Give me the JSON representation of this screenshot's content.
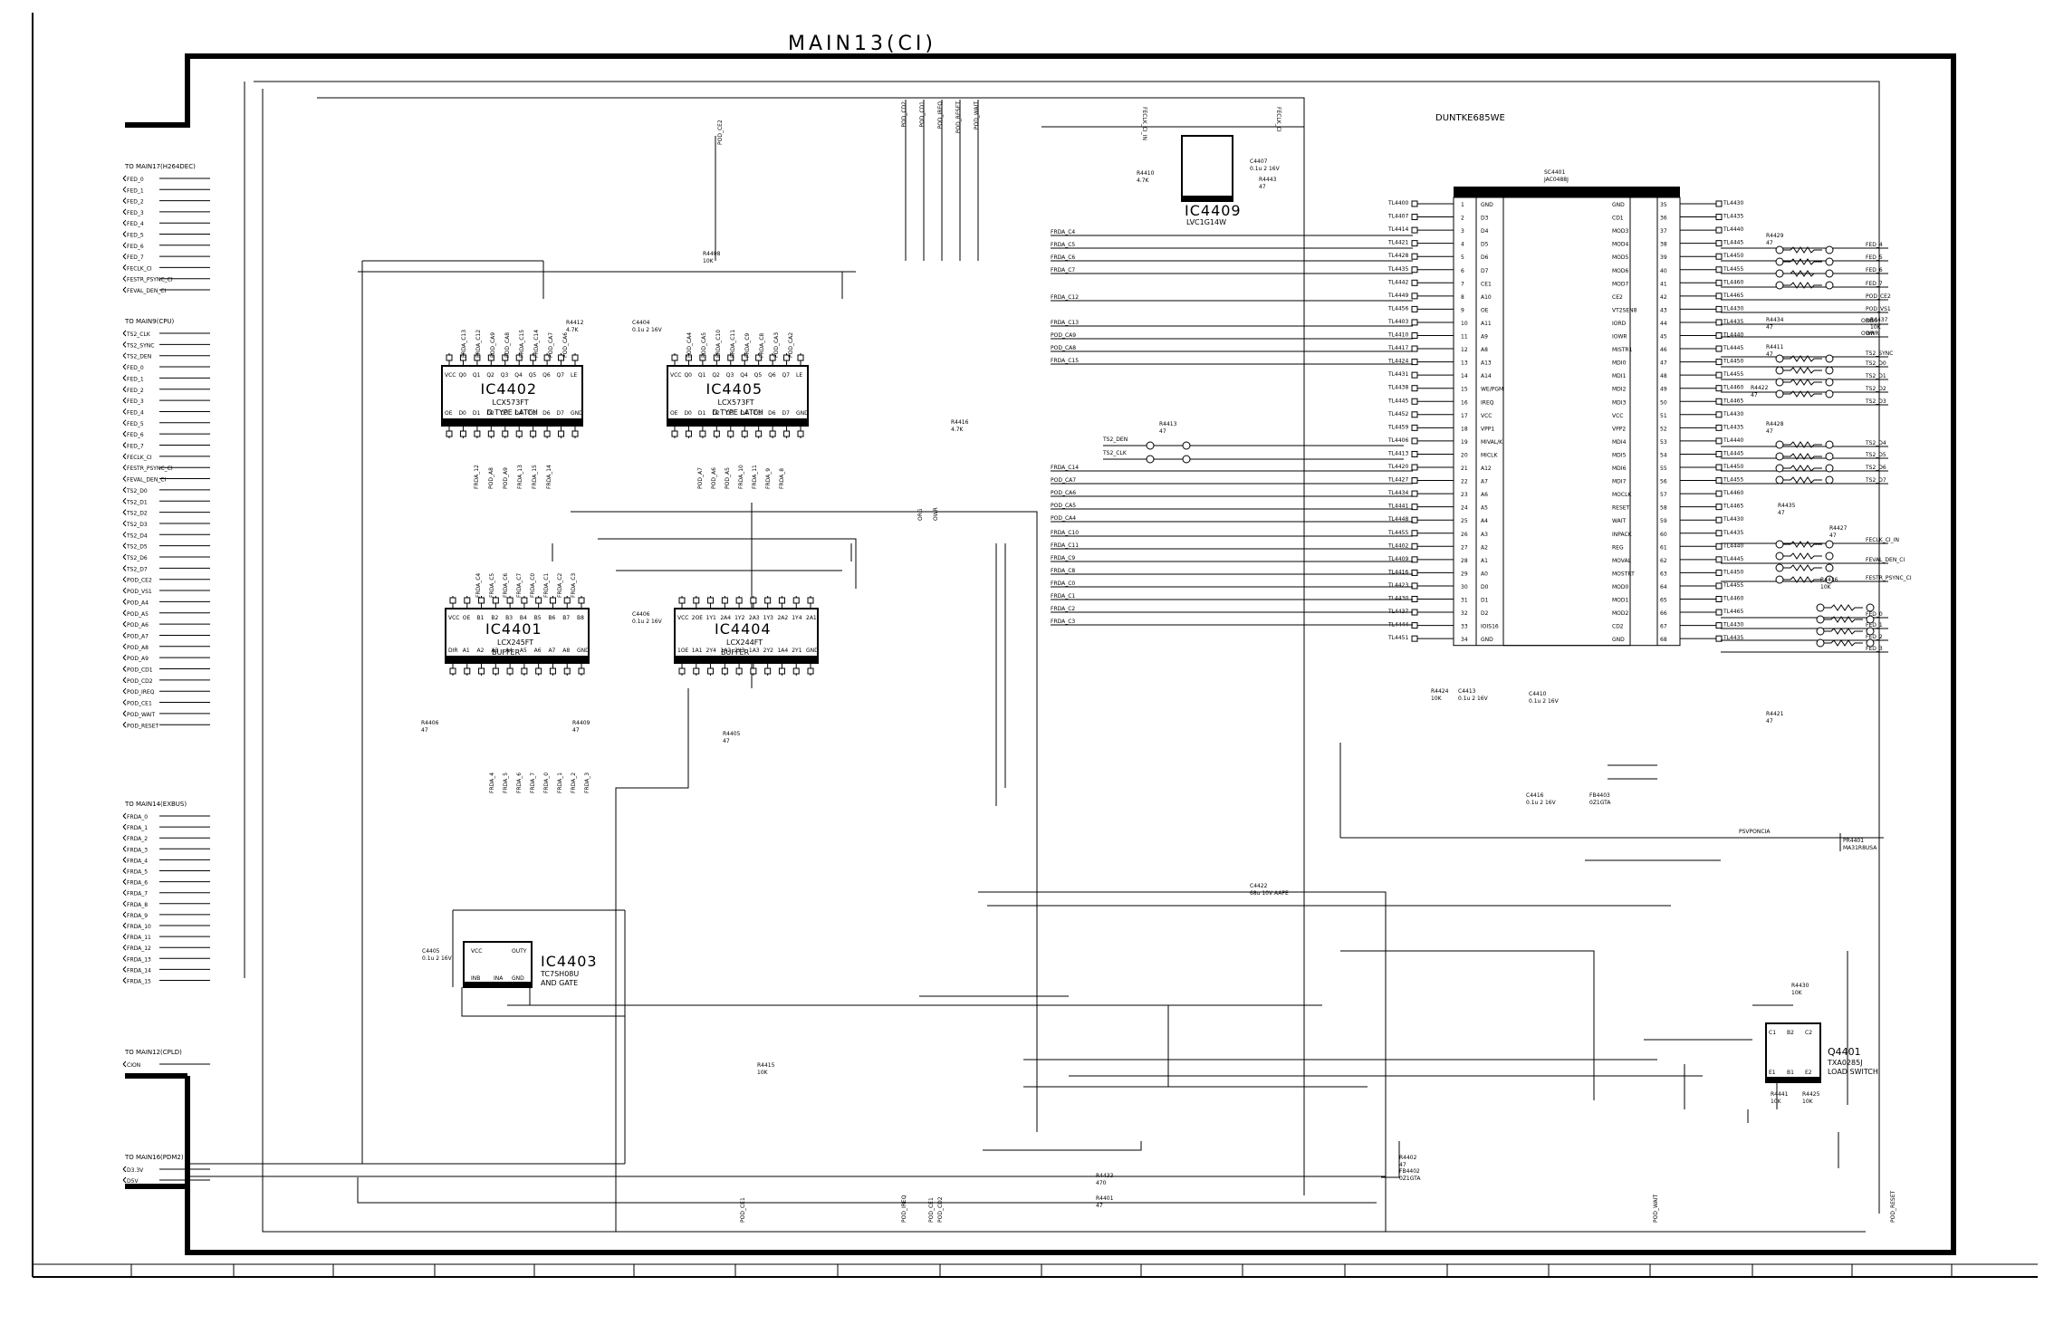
{
  "sheet": {
    "title": "MAIN13(CI)",
    "connector_part": "DUNTKE685WE"
  },
  "ports": [
    {
      "header": "TO MAIN17(H264DEC)",
      "signals": [
        "FED_0",
        "FED_1",
        "FED_2",
        "FED_3",
        "FED_4",
        "FED_5",
        "FED_6",
        "FED_7",
        "FECLK_CI",
        "FESTR_PSYNC_CI",
        "FEVAL_DEN_CI"
      ]
    },
    {
      "header": "TO MAIN9(CPU)",
      "signals": [
        "TS2_CLK",
        "TS2_SYNC",
        "TS2_DEN",
        "FED_0",
        "FED_1",
        "FED_2",
        "FED_3",
        "FED_4",
        "FED_5",
        "FED_6",
        "FED_7",
        "FECLK_CI",
        "FESTR_PSYNC_CI",
        "FEVAL_DEN_CI",
        "TS2_D0",
        "TS2_D1",
        "TS2_D2",
        "TS2_D3",
        "TS2_D4",
        "TS2_D5",
        "TS2_D6",
        "TS2_D7",
        "POD_CE2",
        "POD_VS1",
        "POD_A4",
        "POD_A5",
        "POD_A6",
        "POD_A7",
        "POD_A8",
        "POD_A9",
        "POD_CD1",
        "POD_CD2",
        "POD_IREQ",
        "POD_CE1",
        "POD_WAIT",
        "POD_RESET"
      ]
    },
    {
      "header": "TO MAIN14(EXBUS)",
      "signals": [
        "FRDA_0",
        "FRDA_1",
        "FRDA_2",
        "FRDA_3",
        "FRDA_4",
        "FRDA_5",
        "FRDA_6",
        "FRDA_7",
        "FRDA_8",
        "FRDA_9",
        "FRDA_10",
        "FRDA_11",
        "FRDA_12",
        "FRDA_13",
        "FRDA_14",
        "FRDA_15"
      ]
    },
    {
      "header": "TO MAIN12(CPLD)",
      "signals": [
        "CION"
      ]
    },
    {
      "header": "TO MAIN16(PDM2)",
      "signals": [
        "D3.3V",
        "D5V"
      ]
    }
  ],
  "ics": {
    "ic4402": {
      "name": "IC4402",
      "part": "LCX573FT",
      "func": "D TYPE LATCH"
    },
    "ic4405": {
      "name": "IC4405",
      "part": "LCX573FT",
      "func": "D TYPE LATCH"
    },
    "ic4401": {
      "name": "IC4401",
      "part": "LCX245FT",
      "func": "BUFFER"
    },
    "ic4404": {
      "name": "IC4404",
      "part": "LCX244FT",
      "func": "BUFFER"
    },
    "ic4403": {
      "name": "IC4403",
      "part": "TC7SH08U",
      "func": "AND GATE"
    },
    "ic4409": {
      "name": "IC4409",
      "part": "LVC1G14W",
      "func": ""
    },
    "q4401": {
      "name": "Q4401",
      "part": "TXA0285J",
      "func": "LOAD SWITCH"
    }
  },
  "latch_pins": {
    "top": [
      "VCC",
      "Q0",
      "Q1",
      "Q2",
      "Q3",
      "Q4",
      "Q5",
      "Q6",
      "Q7",
      "LE"
    ],
    "bottom": [
      "OE",
      "D0",
      "D1",
      "D2",
      "D3",
      "D4",
      "D5",
      "D6",
      "D7",
      "GND"
    ]
  },
  "buf245_pins": {
    "top": [
      "VCC",
      "OE",
      "B1",
      "B2",
      "B3",
      "B4",
      "B5",
      "B6",
      "B7",
      "B8"
    ],
    "bottom": [
      "DIR",
      "A1",
      "A2",
      "A3",
      "A4",
      "A5",
      "A6",
      "A7",
      "A8",
      "GND"
    ]
  },
  "buf244_pins": {
    "top": [
      "VCC",
      "2OE",
      "1Y1",
      "2A4",
      "1Y2",
      "2A3",
      "1Y3",
      "2A2",
      "1Y4",
      "2A1"
    ],
    "bottom": [
      "1OE",
      "1A1",
      "2Y4",
      "1A2",
      "2Y3",
      "1A3",
      "2Y2",
      "1A4",
      "2Y1",
      "GND"
    ]
  },
  "slot": {
    "ref": "SC4401",
    "part": "JAC0488J",
    "left_pins": [
      "GND",
      "D3",
      "D4",
      "D5",
      "D6",
      "D7",
      "CE1",
      "A10",
      "OE",
      "A11",
      "A9",
      "A8",
      "A13",
      "A14",
      "WE/PGM",
      "IREQ",
      "VCC",
      "VPP1",
      "MIVAL/K",
      "MICLK",
      "A12",
      "A7",
      "A6",
      "A5",
      "A4",
      "A3",
      "A2",
      "A1",
      "A0",
      "D0",
      "D1",
      "D2",
      "IOIS16",
      "GND"
    ],
    "right_pins": [
      "GND",
      "CD1",
      "MOD3",
      "MOD4",
      "MOD5",
      "MOD6",
      "MOD7",
      "CE2",
      "VT2SEN8",
      "IORD",
      "IOWR",
      "MISTR1",
      "MDI0",
      "MDI1",
      "MDI2",
      "MDI3",
      "VCC",
      "VPP2",
      "MDI4",
      "MDI5",
      "MDI6",
      "MDI7",
      "MOCLK",
      "RESET",
      "WAIT",
      "INPACK",
      "REG",
      "MOVAL",
      "MOSTRT",
      "MOD0",
      "MOD1",
      "MOD2",
      "CD2",
      "GND"
    ]
  },
  "right_nets": [
    "FED_4",
    "FED_5",
    "FED_6",
    "FED_7",
    "POD_CE2",
    "POD_VS1",
    "ORG",
    "OWR",
    "TS2_SYNC",
    "TS2_D0",
    "TS2_D1",
    "TS2_D2",
    "TS2_D3",
    "TS2_D4",
    "TS2_D5",
    "TS2_D6",
    "TS2_D7",
    "FECLK_CI_IN",
    "FEVAL_DEN_CI",
    "FESTR_PSYNC_CI",
    "FED_0",
    "FED_1",
    "FED_2",
    "FED_3"
  ],
  "left_bus_nets": [
    "FRDA_C4",
    "FRDA_C5",
    "FRDA_C6",
    "FRDA_C7",
    "FRDA_C12",
    "FRDA_C13",
    "POD_CA9",
    "POD_CA8",
    "FRDA_C15",
    "FRDA_C14",
    "POD_CA7",
    "POD_CA6",
    "POD_CA5",
    "POD_CA4",
    "FRDA_C10",
    "FRDA_C11",
    "FRDA_C9",
    "FRDA_C8",
    "FRDA_C0",
    "FRDA_C1",
    "FRDA_C2",
    "FRDA_C3"
  ],
  "ts2_inputs": [
    "TS2_DEN",
    "TS2_CLK"
  ],
  "components": [
    {
      "ref": "R4408",
      "val": "10K"
    },
    {
      "ref": "R4412",
      "val": "4.7K"
    },
    {
      "ref": "C4404",
      "val": "0.1u 2 16V"
    },
    {
      "ref": "C4406",
      "val": "0.1u 2 16V"
    },
    {
      "ref": "R4406",
      "val": "47"
    },
    {
      "ref": "R4409",
      "val": "47"
    },
    {
      "ref": "R4405",
      "val": "47"
    },
    {
      "ref": "R4416",
      "val": "4.7K"
    },
    {
      "ref": "R4413",
      "val": "47"
    },
    {
      "ref": "C4405",
      "val": "0.1u 2 16V"
    },
    {
      "ref": "R4415",
      "val": "10K"
    },
    {
      "ref": "R4410",
      "val": "4.7K"
    },
    {
      "ref": "C4407",
      "val": "0.1u 2 16V"
    },
    {
      "ref": "R4443",
      "val": "47"
    },
    {
      "ref": "R4429",
      "val": "47"
    },
    {
      "ref": "R4434",
      "val": "47"
    },
    {
      "ref": "R4437",
      "val": "10K"
    },
    {
      "ref": "R4411",
      "val": "47"
    },
    {
      "ref": "R4422",
      "val": "47"
    },
    {
      "ref": "R4428",
      "val": "47"
    },
    {
      "ref": "R4435",
      "val": "47"
    },
    {
      "ref": "R4427",
      "val": "47"
    },
    {
      "ref": "R4436",
      "val": "10K"
    },
    {
      "ref": "R4421",
      "val": "47"
    },
    {
      "ref": "R4424",
      "val": "10K"
    },
    {
      "ref": "C4413",
      "val": "0.1u 2 16V"
    },
    {
      "ref": "C4416",
      "val": "0.1u 2 16V"
    },
    {
      "ref": "FB4403",
      "val": "0Z1GTA"
    },
    {
      "ref": "C4410",
      "val": "0.1u 2 16V"
    },
    {
      "ref": "PR4401",
      "val": "MA31R8USA"
    },
    {
      "ref": "C4422",
      "val": "68u 10V AAPE"
    },
    {
      "ref": "R4430",
      "val": "10K"
    },
    {
      "ref": "R4441",
      "val": "10K"
    },
    {
      "ref": "R4425",
      "val": "10K"
    },
    {
      "ref": "R4433",
      "val": "470"
    },
    {
      "ref": "R4401",
      "val": "47"
    },
    {
      "ref": "R4402",
      "val": "47"
    },
    {
      "ref": "FB4402",
      "val": "0Z1GTA"
    }
  ],
  "misc_nets": {
    "pod_ce2": "POD_CE2",
    "pod_top": [
      "POD_CD2",
      "POD_CD1",
      "POD_IREQ",
      "POD_RESET",
      "POD_WAIT"
    ],
    "top_cin": "FECLK_CI_IN",
    "top_fclk": "FECLK_CI",
    "org": "ORG",
    "owr": "OWR",
    "psvpon": "PSVPONCIA",
    "bottom": [
      "POD_CE1",
      "POD_IREQ",
      "POD_CE1",
      "POD_CD2",
      "POD_WAIT",
      "POD_RESET"
    ]
  },
  "colors": {
    "ink": "#000000",
    "paper": "#ffffff"
  }
}
